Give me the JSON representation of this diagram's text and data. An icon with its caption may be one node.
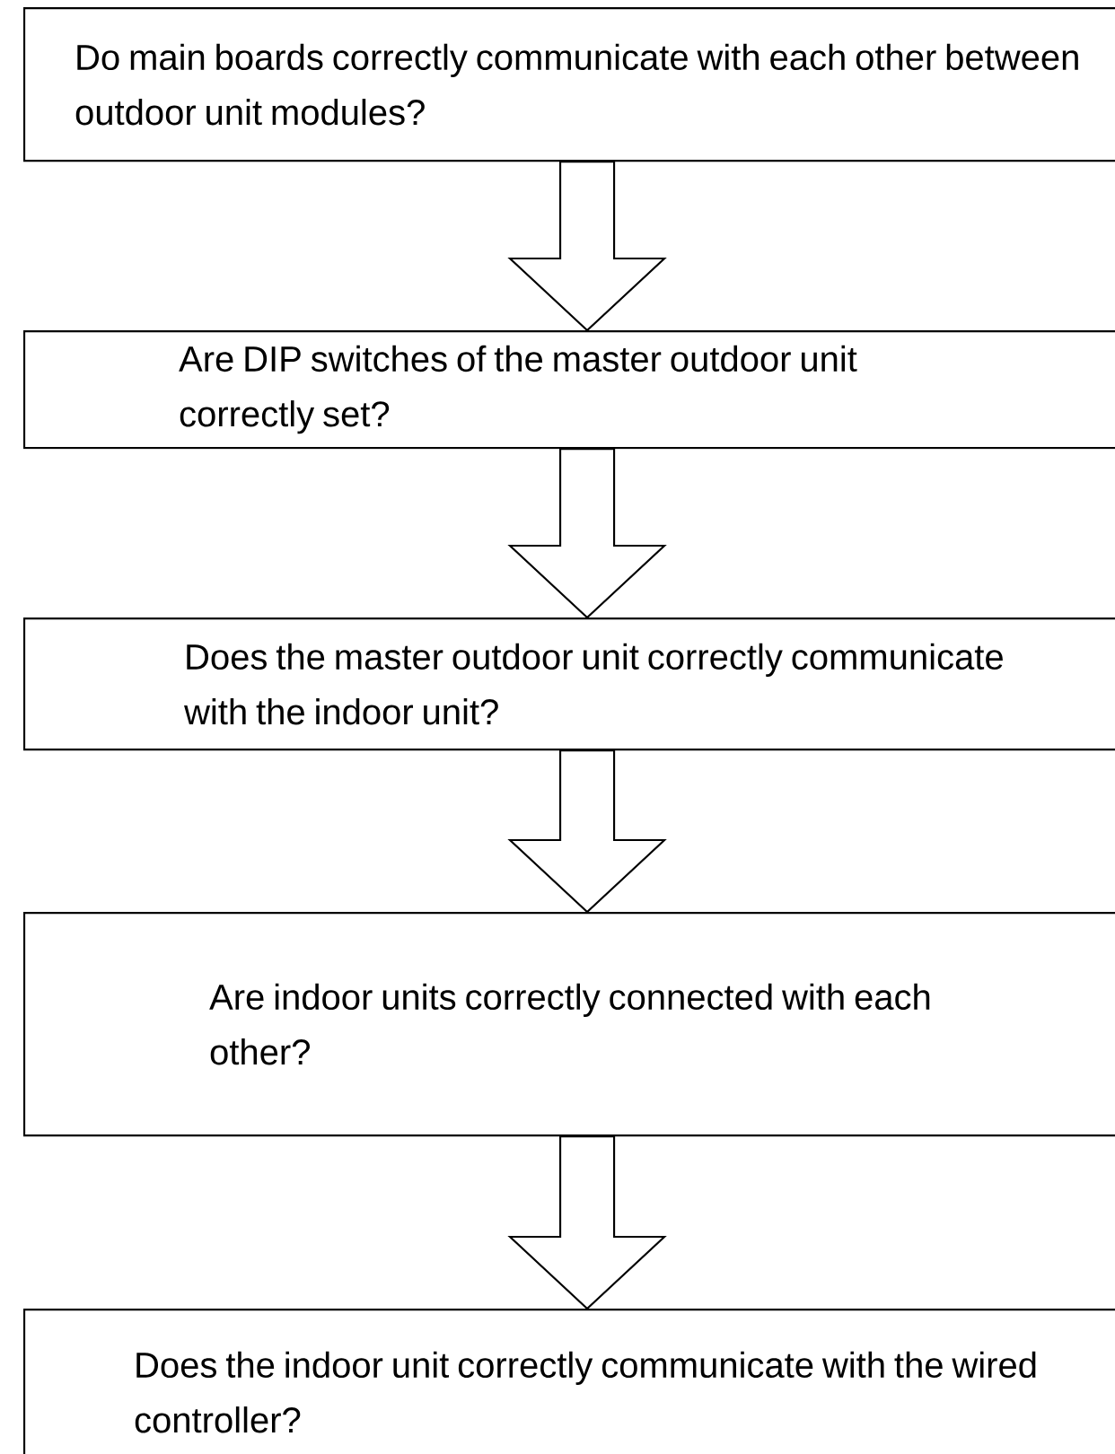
{
  "diagram": {
    "nodes": [
      {
        "text": [
          "Do main boards correctly communicate with each other between outdoor unit modules?"
        ]
      },
      {
        "text": [
          "Are DIP switches of the master outdoor unit correctly set?"
        ]
      },
      {
        "text": [
          "Does the master outdoor unit correctly communicate with the indoor unit?"
        ]
      },
      {
        "text": [
          "Are indoor units correctly connected with each other?"
        ]
      },
      {
        "text": [
          "Does the indoor unit correctly communicate with the wired controller?"
        ]
      }
    ],
    "edges": [
      {
        "from": 0,
        "to": 1,
        "arrow": "to"
      },
      {
        "from": 1,
        "to": 2,
        "arrow": "to"
      },
      {
        "from": 2,
        "to": 3,
        "arrow": "to"
      },
      {
        "from": 3,
        "to": 4,
        "arrow": "to"
      }
    ]
  }
}
